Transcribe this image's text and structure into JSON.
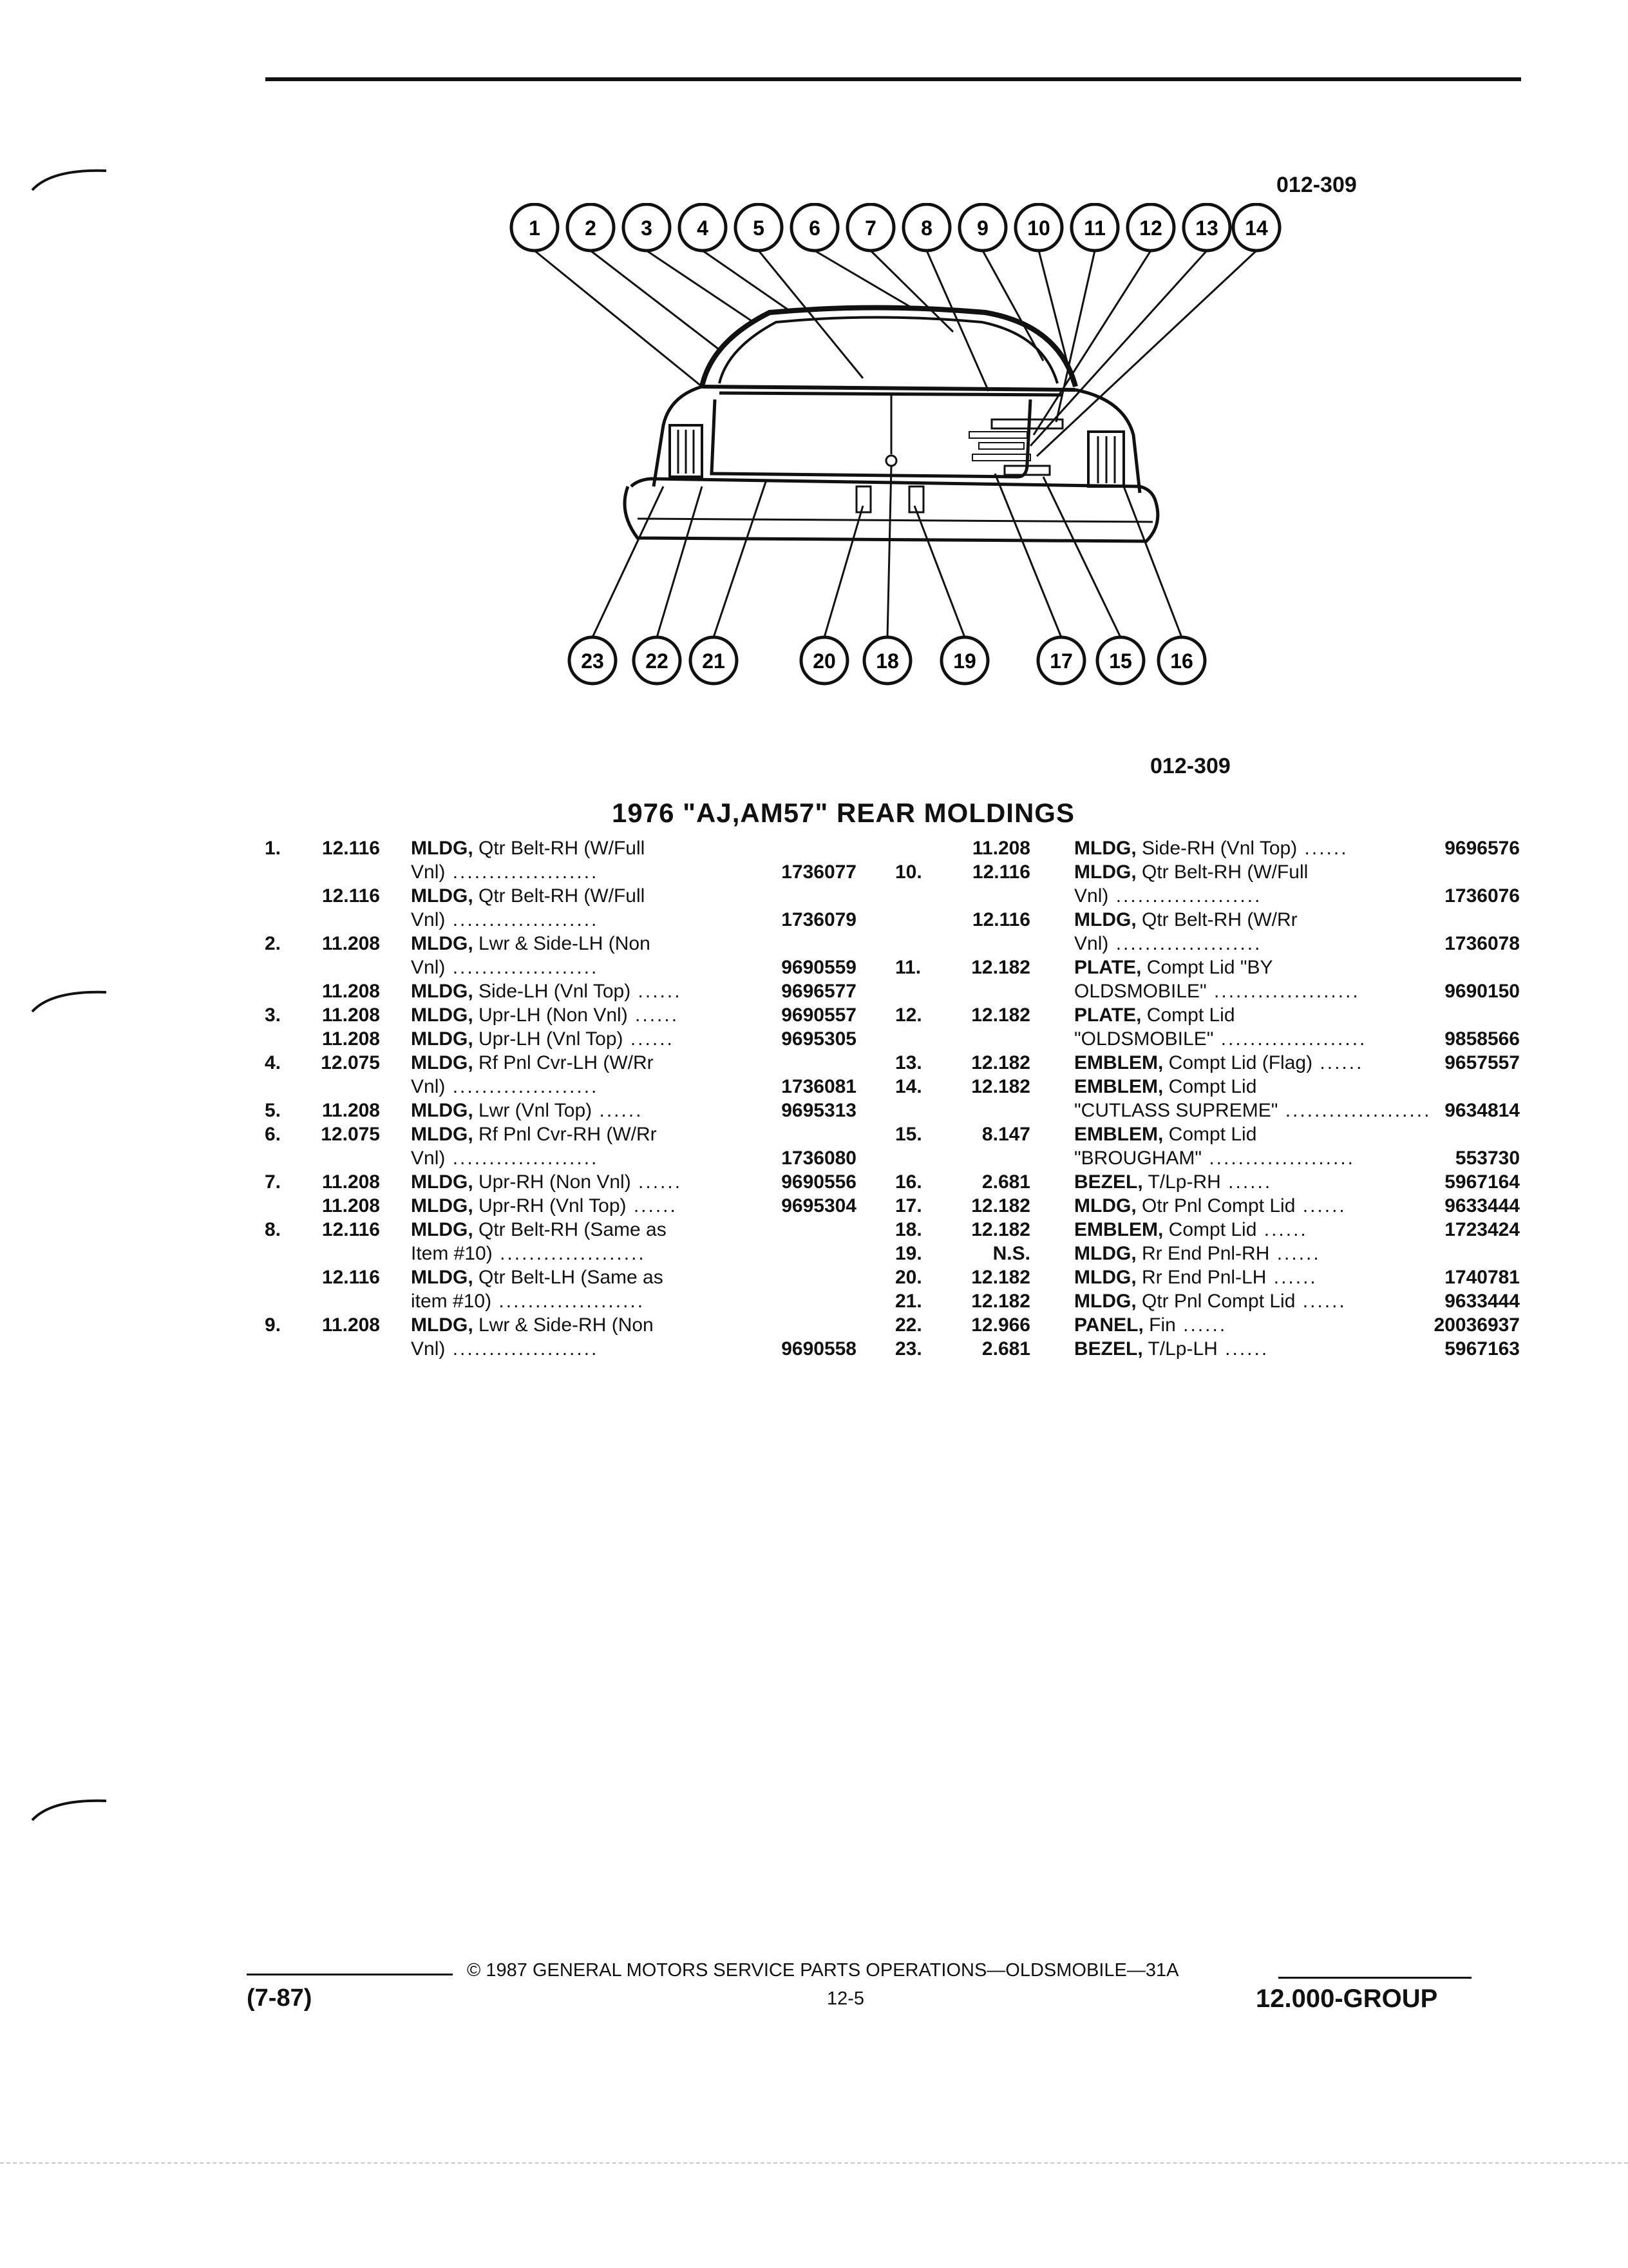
{
  "figure_code_top": "012-309",
  "figure_code_bottom": "012-309",
  "section_title": "1976 \"AJ,AM57\" REAR MOLDINGS",
  "callouts_top": [
    "1",
    "2",
    "3",
    "4",
    "5",
    "6",
    "7",
    "8",
    "9",
    "10",
    "11",
    "12",
    "13",
    "14"
  ],
  "callouts_bottom": [
    "23",
    "22",
    "21",
    "20",
    "18",
    "19",
    "17",
    "15",
    "16"
  ],
  "parts_left": [
    {
      "num": "1.",
      "group": "12.116",
      "name": "MLDG,",
      "desc": " Qtr Belt-RH (W/Full",
      "part": ""
    },
    {
      "num": "",
      "group": "",
      "name": "",
      "desc": "Vnl)",
      "dots": true,
      "part": "1736077"
    },
    {
      "num": "",
      "group": "12.116",
      "name": "MLDG,",
      "desc": " Qtr Belt-RH (W/Full",
      "part": ""
    },
    {
      "num": "",
      "group": "",
      "name": "",
      "desc": "Vnl)",
      "dots": true,
      "part": "1736079"
    },
    {
      "num": "2.",
      "group": "11.208",
      "name": "MLDG,",
      "desc": " Lwr & Side-LH (Non",
      "part": ""
    },
    {
      "num": "",
      "group": "",
      "name": "",
      "desc": "Vnl)",
      "dots": true,
      "part": "9690559"
    },
    {
      "num": "",
      "group": "11.208",
      "name": "MLDG,",
      "desc": " Side-LH (Vnl Top)",
      "dots": true,
      "part": "9696577"
    },
    {
      "num": "3.",
      "group": "11.208",
      "name": "MLDG,",
      "desc": " Upr-LH (Non Vnl)",
      "dots": true,
      "part": "9690557"
    },
    {
      "num": "",
      "group": "11.208",
      "name": "MLDG,",
      "desc": " Upr-LH (Vnl Top)",
      "dots": true,
      "part": "9695305"
    },
    {
      "num": "4.",
      "group": "12.075",
      "name": "MLDG,",
      "desc": " Rf Pnl Cvr-LH (W/Rr",
      "part": ""
    },
    {
      "num": "",
      "group": "",
      "name": "",
      "desc": "Vnl)",
      "dots": true,
      "part": "1736081"
    },
    {
      "num": "5.",
      "group": "11.208",
      "name": "MLDG,",
      "desc": " Lwr (Vnl Top)",
      "dots": true,
      "part": "9695313"
    },
    {
      "num": "6.",
      "group": "12.075",
      "name": "MLDG,",
      "desc": " Rf Pnl Cvr-RH (W/Rr",
      "part": ""
    },
    {
      "num": "",
      "group": "",
      "name": "",
      "desc": "Vnl)",
      "dots": true,
      "part": "1736080"
    },
    {
      "num": "7.",
      "group": "11.208",
      "name": "MLDG,",
      "desc": " Upr-RH (Non Vnl)",
      "dots": true,
      "part": "9690556"
    },
    {
      "num": "",
      "group": "11.208",
      "name": "MLDG,",
      "desc": " Upr-RH (Vnl Top)",
      "dots": true,
      "part": "9695304"
    },
    {
      "num": "8.",
      "group": "12.116",
      "name": "MLDG,",
      "desc": " Qtr Belt-RH (Same as",
      "part": ""
    },
    {
      "num": "",
      "group": "",
      "name": "",
      "desc": "Item #10)",
      "dots": true,
      "part": ""
    },
    {
      "num": "",
      "group": "12.116",
      "name": "MLDG,",
      "desc": " Qtr Belt-LH (Same as",
      "part": ""
    },
    {
      "num": "",
      "group": "",
      "name": "",
      "desc": "item #10)",
      "dots": true,
      "part": ""
    },
    {
      "num": "9.",
      "group": "11.208",
      "name": "MLDG,",
      "desc": " Lwr & Side-RH (Non",
      "part": ""
    },
    {
      "num": "",
      "group": "",
      "name": "",
      "desc": "Vnl)",
      "dots": true,
      "part": "9690558"
    }
  ],
  "parts_right": [
    {
      "num": "",
      "group": "11.208",
      "name": "MLDG,",
      "desc": " Side-RH (Vnl Top)",
      "dots": true,
      "part": "9696576"
    },
    {
      "num": "10.",
      "group": "12.116",
      "name": "MLDG,",
      "desc": " Qtr Belt-RH (W/Full",
      "part": ""
    },
    {
      "num": "",
      "group": "",
      "name": "",
      "desc": "Vnl)",
      "dots": true,
      "part": "1736076"
    },
    {
      "num": "",
      "group": "12.116",
      "name": "MLDG,",
      "desc": " Qtr Belt-RH (W/Rr",
      "part": ""
    },
    {
      "num": "",
      "group": "",
      "name": "",
      "desc": "Vnl)",
      "dots": true,
      "part": "1736078"
    },
    {
      "num": "11.",
      "group": "12.182",
      "name": "PLATE,",
      "desc": " Compt Lid \"BY",
      "part": ""
    },
    {
      "num": "",
      "group": "",
      "name": "",
      "desc": "OLDSMOBILE\"",
      "dots": true,
      "part": "9690150"
    },
    {
      "num": "12.",
      "group": "12.182",
      "name": "PLATE,",
      "desc": " Compt Lid",
      "part": ""
    },
    {
      "num": "",
      "group": "",
      "name": "",
      "desc": "\"OLDSMOBILE\"",
      "dots": true,
      "part": "9858566"
    },
    {
      "num": "13.",
      "group": "12.182",
      "name": "EMBLEM,",
      "desc": " Compt Lid (Flag)",
      "dots": true,
      "part": "9657557"
    },
    {
      "num": "14.",
      "group": "12.182",
      "name": "EMBLEM,",
      "desc": " Compt Lid",
      "part": ""
    },
    {
      "num": "",
      "group": "",
      "name": "",
      "desc": "\"CUTLASS SUPREME\"",
      "dots": true,
      "part": "9634814"
    },
    {
      "num": "15.",
      "group": "8.147",
      "name": "EMBLEM,",
      "desc": " Compt Lid",
      "part": ""
    },
    {
      "num": "",
      "group": "",
      "name": "",
      "desc": "\"BROUGHAM\"",
      "dots": true,
      "part": "553730"
    },
    {
      "num": "16.",
      "group": "2.681",
      "name": "BEZEL,",
      "desc": " T/Lp-RH",
      "dots": true,
      "part": "5967164"
    },
    {
      "num": "17.",
      "group": "12.182",
      "name": "MLDG,",
      "desc": " Otr Pnl Compt Lid",
      "dots": true,
      "part": "9633444"
    },
    {
      "num": "18.",
      "group": "12.182",
      "name": "EMBLEM,",
      "desc": " Compt Lid",
      "dots": true,
      "part": "1723424"
    },
    {
      "num": "19.",
      "group": "N.S.",
      "name": "MLDG,",
      "desc": " Rr End Pnl-RH",
      "dots": true,
      "part": ""
    },
    {
      "num": "20.",
      "group": "12.182",
      "name": "MLDG,",
      "desc": " Rr End Pnl-LH",
      "dots": true,
      "part": "1740781"
    },
    {
      "num": "21.",
      "group": "12.182",
      "name": "MLDG,",
      "desc": " Qtr Pnl Compt Lid",
      "dots": true,
      "part": "9633444"
    },
    {
      "num": "22.",
      "group": "12.966",
      "name": "PANEL,",
      "desc": " Fin",
      "dots": true,
      "part": "20036937"
    },
    {
      "num": "23.",
      "group": "2.681",
      "name": "BEZEL,",
      "desc": " T/Lp-LH",
      "dots": true,
      "part": "5967163"
    }
  ],
  "footer": {
    "revision": "(7-87)",
    "copyright": "© 1987 GENERAL MOTORS SERVICE PARTS OPERATIONS—OLDSMOBILE—31A",
    "page": "12-5",
    "group": "12.000-GROUP"
  }
}
